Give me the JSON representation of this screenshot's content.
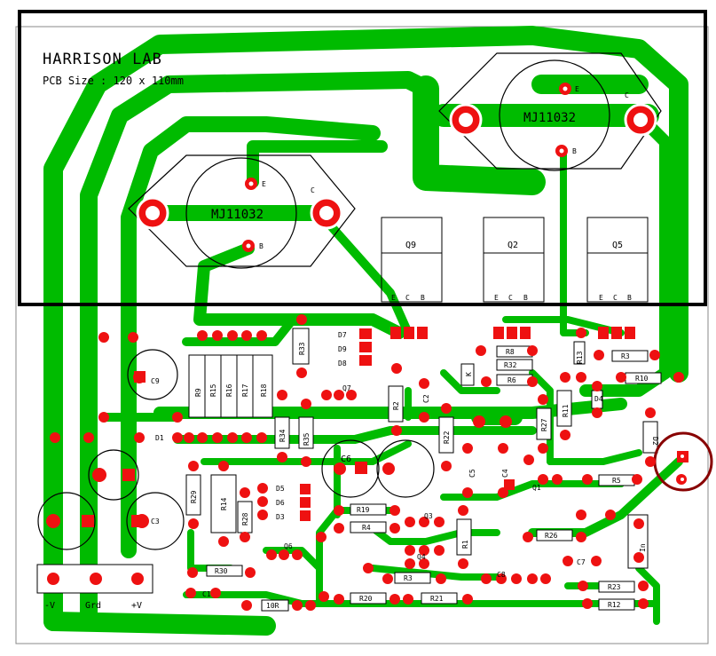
{
  "title": "HARRISON LAB",
  "pcb_size": "PCB Size : 120 x 110mm",
  "transistors": {
    "big1": {
      "label": "MJ11032",
      "e": "E",
      "c": "C",
      "b": "B"
    },
    "big2": {
      "label": "MJ11032",
      "e": "E",
      "c": "C",
      "b": "B"
    }
  },
  "q_modules": [
    {
      "name": "Q9",
      "pins": [
        "E",
        "C",
        "B"
      ]
    },
    {
      "name": "Q2",
      "pins": [
        "E",
        "C",
        "B"
      ]
    },
    {
      "name": "Q5",
      "pins": [
        "E",
        "C",
        "B"
      ]
    }
  ],
  "labels": {
    "r33": "R33",
    "d7": "D7",
    "d9": "D9",
    "d8": "D8",
    "q7": "Q7",
    "r9": "R9",
    "r15": "R15",
    "r16": "R16",
    "r17": "R17",
    "r18": "R18",
    "c9": "C9",
    "d1": "D1",
    "r34": "R34",
    "r35": "R35",
    "r2": "R2",
    "c2": "C2",
    "r22": "R22",
    "c6": "C6",
    "r8": "R8",
    "r32": "R32",
    "r6": "R6",
    "d3k": "K",
    "r3": "R3",
    "r13": "R13",
    "r11": "R11",
    "r10": "R10",
    "d4": "D4",
    "r27": "R27",
    "d2": "D2",
    "c5": "C5",
    "c4": "C4",
    "q1": "Q1",
    "r5": "R5",
    "r29": "R29",
    "r14": "R14",
    "c3": "C3",
    "d5": "D5",
    "d6": "D6",
    "d3": "D3",
    "r28": "R28",
    "r19": "R19",
    "q3": "Q3",
    "r4": "R4",
    "r1": "R1",
    "q4": "Q4",
    "r26": "R26",
    "c7": "C7",
    "in": "In",
    "q6": "Q6",
    "r30": "R30",
    "c1": "C1",
    "r31": "R3",
    "c8": "C8",
    "r23": "R23",
    "r12": "R12",
    "r10r": "10R",
    "r20": "R20",
    "r21": "R21",
    "minus_v": "-V",
    "grd": "Grd",
    "plus_v": "+V"
  },
  "colors": {
    "copper": "#00bb00",
    "pad": "#ee1111",
    "outline": "#000000",
    "ring": "#880000"
  }
}
